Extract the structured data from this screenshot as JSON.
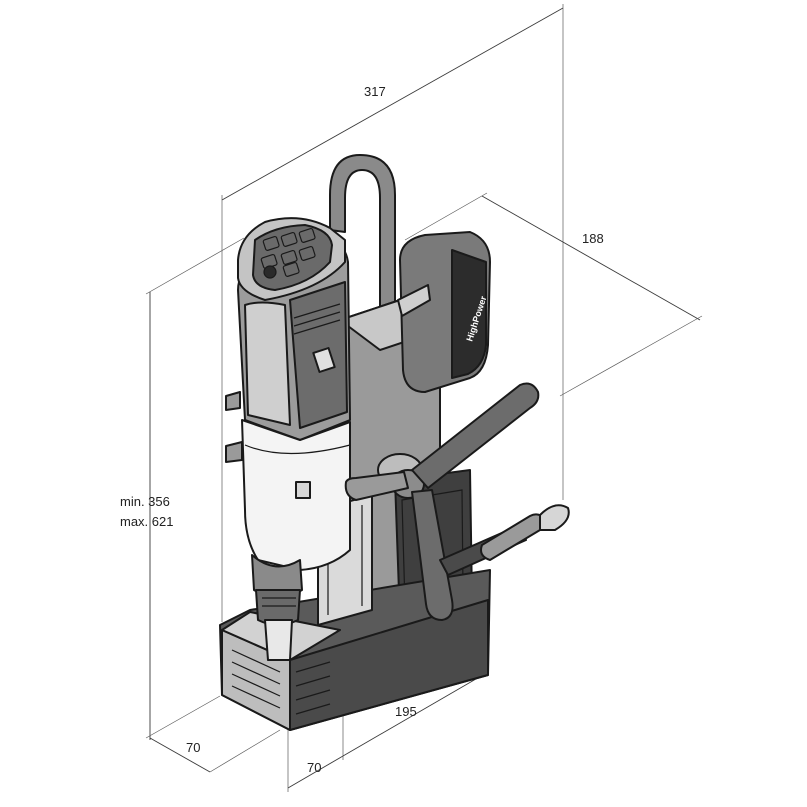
{
  "dimensions": {
    "length": "317",
    "depth": "188",
    "height_min": "min. 356",
    "height_max": "max. 621",
    "base_left": "70",
    "base_front": "70",
    "base_length": "195"
  },
  "battery": {
    "brand_text": "HighPower"
  },
  "colors": {
    "outline": "#1a1a1a",
    "body_light": "#e4e4e4",
    "body_mid": "#b9b9b9",
    "body_dark": "#7d7d7d",
    "body_darkest": "#4a4a4a",
    "dimension_line": "#3a3a3a"
  },
  "icons": [
    "magnetic-drill-illustration",
    "control-panel-buttons"
  ]
}
